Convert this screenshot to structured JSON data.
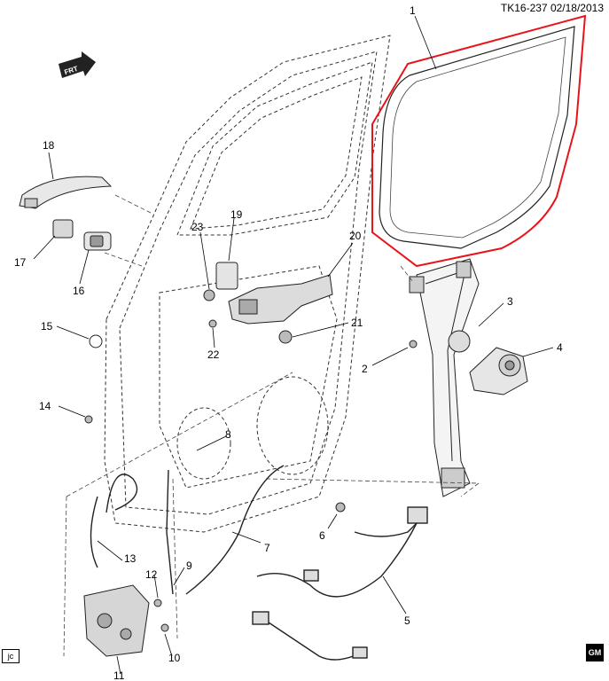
{
  "header": {
    "ref": "TK16-237",
    "date": "02/18/2013"
  },
  "front_arrow_label": "FRT",
  "corner_box_label": "jc",
  "gm_logo_text": "GM",
  "accent_color": "#e8141b",
  "callouts": {
    "c1": "1",
    "c2": "2",
    "c3": "3",
    "c4": "4",
    "c5": "5",
    "c6": "6",
    "c7": "7",
    "c8": "8",
    "c9": "9",
    "c10": "10",
    "c11": "11",
    "c12": "12",
    "c13": "13",
    "c14": "14",
    "c15": "15",
    "c16": "16",
    "c17": "17",
    "c18": "18",
    "c19": "19",
    "c20": "20",
    "c21": "21",
    "c22": "22",
    "c23": "23"
  }
}
